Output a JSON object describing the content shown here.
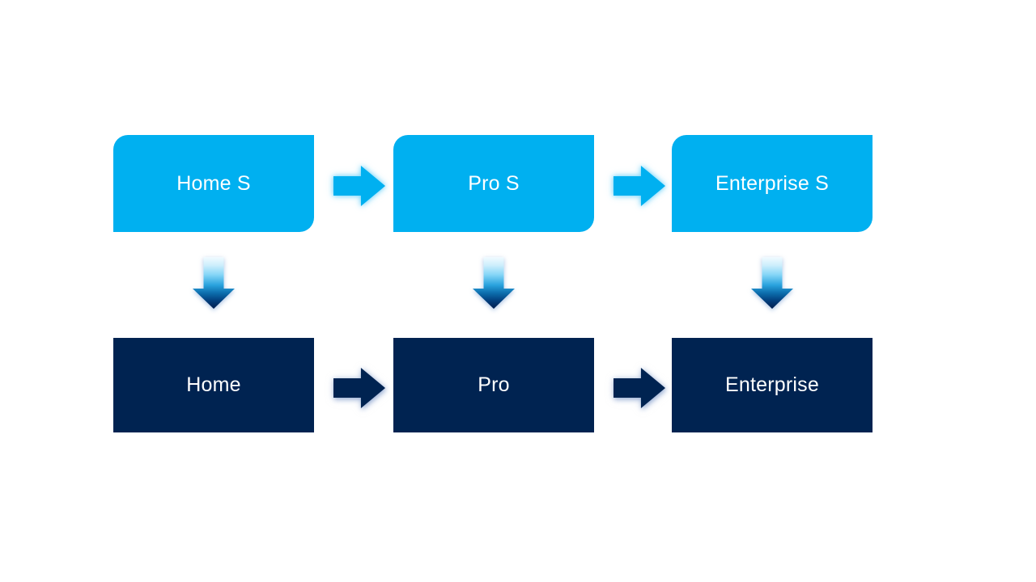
{
  "slide": {
    "colors": {
      "background": "#ffffff",
      "primary": "#00B0F0",
      "dark": "#002351",
      "text": "#ffffff",
      "down_arrow_gradient_top": "#f2fbff",
      "down_arrow_gradient_bottom": "#001d4d"
    },
    "columns": [
      {
        "top_label": "Home S",
        "bottom_label": "Home"
      },
      {
        "top_label": "Pro S",
        "bottom_label": "Pro"
      },
      {
        "top_label": "Enterprise S",
        "bottom_label": "Enterprise"
      }
    ],
    "icons": {
      "horizontal_connector": "right-arrow-icon",
      "vertical_connector": "down-arrow-icon"
    }
  }
}
